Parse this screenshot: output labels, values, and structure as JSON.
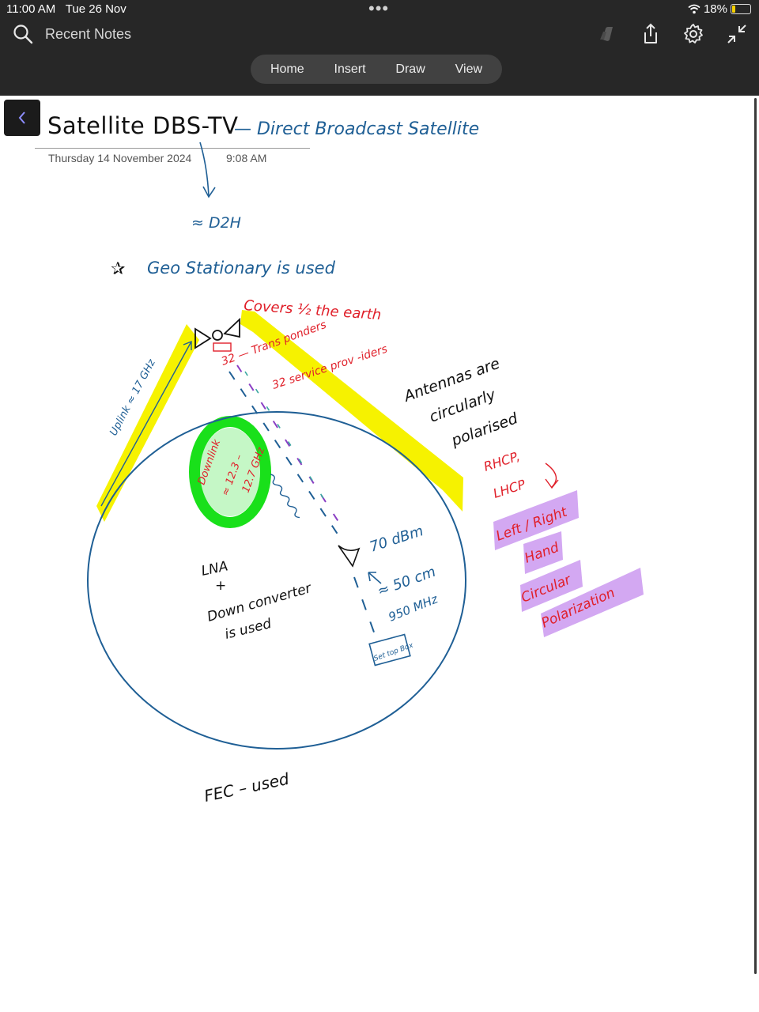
{
  "status": {
    "time": "11:00 AM",
    "date": "Tue 26 Nov",
    "battery": "18%",
    "dots": "•••"
  },
  "toolbar": {
    "search_label": "Recent Notes",
    "tabs": [
      "Home",
      "Insert",
      "Draw",
      "View"
    ]
  },
  "note": {
    "title": "Satellite DBS-TV",
    "date": "Thursday 14 November 2024",
    "time": "9:08 AM"
  },
  "ink": {
    "title_suffix": "— Direct  Broadcast  Satellite",
    "d2h": "≈ D2H",
    "geo": "Geo  Stationary  is  used",
    "covers": "Covers  ½ the  earth",
    "transponders": "32 — Trans ponders",
    "service": "32  service  prov -iders",
    "uplink": "Uplink ≈ 17 GHz",
    "downlink_1": "Downlink",
    "downlink_2": "≈ 12.3 –",
    "downlink_3": "12.7 GHz",
    "antennas_1": "Antennas  are",
    "antennas_2": "circularly",
    "antennas_3": "polarised",
    "rhcp": "RHCP,",
    "lhcp": "LHCP",
    "hl_1": "Left / Right",
    "hl_2": "Hand",
    "hl_3": "Circular",
    "hl_4": "Polarization",
    "power": "70 dBm",
    "dish": "≈ 50  cm",
    "freq": "950 MHz",
    "box": "Set top Box",
    "lna_1": "LNA",
    "lna_2": "+",
    "lna_3": "Down converter",
    "lna_4": "is  used",
    "fec": "FEC  –   used"
  },
  "colors": {
    "topbar": "#272727",
    "ink_blue": "#1f5f95",
    "ink_red": "#e0202a",
    "ink_black": "#111111",
    "highlight_yellow": "#f6f200",
    "highlight_green": "#19e01a",
    "highlight_purple": "#d3a8f2"
  },
  "icons": [
    "search-icon",
    "copilot-icon",
    "share-icon",
    "settings-icon",
    "collapse-icon",
    "back-chevron-icon",
    "wifi-icon",
    "battery-icon"
  ]
}
